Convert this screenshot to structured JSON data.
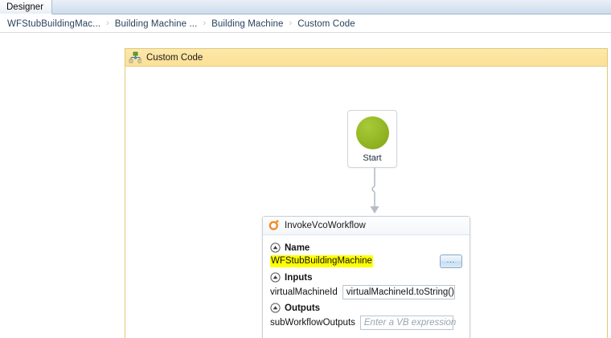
{
  "window": {
    "tab_label": "Designer"
  },
  "breadcrumb": {
    "separator": "›",
    "items": [
      {
        "label": "WFStubBuildingMac..."
      },
      {
        "label": "Building Machine ..."
      },
      {
        "label": "Building Machine"
      },
      {
        "label": "Custom Code"
      }
    ]
  },
  "flowchart": {
    "title": "Custom Code",
    "icon": "flowchart-icon",
    "start_node": {
      "label": "Start",
      "icon": "start-circle-icon",
      "color": "#97bb27"
    }
  },
  "activity": {
    "title": "InvokeVcoWorkflow",
    "icon": "invoke-workflow-icon",
    "icon_color": "#f08a1e",
    "sections": {
      "name": {
        "label": "Name",
        "value": "WFStubBuildingMachine",
        "highlight_color": "#ffff00",
        "browse_button_label": "..."
      },
      "inputs": {
        "label": "Inputs",
        "fields": [
          {
            "name": "virtualMachineId",
            "value": "virtualMachineId.toString()",
            "placeholder": "Enter a VB expression",
            "is_placeholder": false
          }
        ]
      },
      "outputs": {
        "label": "Outputs",
        "fields": [
          {
            "name": "subWorkflowOutputs",
            "value": "Enter a VB expression",
            "placeholder": "Enter a VB expression",
            "is_placeholder": true
          }
        ]
      }
    }
  }
}
